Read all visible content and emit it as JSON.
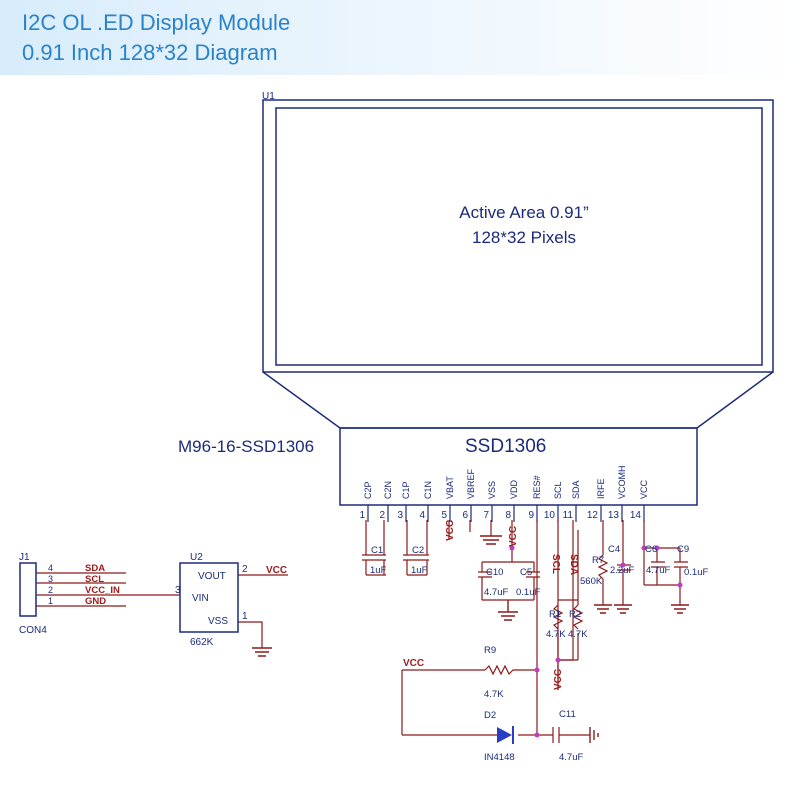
{
  "header": {
    "line1": "I2C OL .ED Display Module",
    "line2": "0.91 Inch 128*32 Diagram"
  },
  "display": {
    "ref": "U1",
    "active_area": "Active Area 0.91”",
    "pixels": "128*32 Pixels",
    "module_name": "M96-16-SSD1306",
    "controller": "SSD1306"
  },
  "pins": [
    {
      "num": "1",
      "name": "C2P"
    },
    {
      "num": "2",
      "name": "C2N"
    },
    {
      "num": "3",
      "name": "C1P"
    },
    {
      "num": "4",
      "name": "C1N"
    },
    {
      "num": "5",
      "name": "VBAT"
    },
    {
      "num": "6",
      "name": "VBREF"
    },
    {
      "num": "7",
      "name": "VSS"
    },
    {
      "num": "8",
      "name": "VDD"
    },
    {
      "num": "9",
      "name": "RES#"
    },
    {
      "num": "10",
      "name": "SCL"
    },
    {
      "num": "11",
      "name": "SDA"
    },
    {
      "num": "12",
      "name": "IRFE"
    },
    {
      "num": "13",
      "name": "VCOMH"
    },
    {
      "num": "14",
      "name": "VCC"
    }
  ],
  "components": {
    "c1": {
      "ref": "C1",
      "value": "1uF"
    },
    "c2": {
      "ref": "C2",
      "value": "1uF"
    },
    "c10": {
      "ref": "C10",
      "value": "4.7uF"
    },
    "c5": {
      "ref": "C5",
      "value": "0.1uF"
    },
    "r7": {
      "ref": "R7",
      "value": "560K"
    },
    "c4": {
      "ref": "C4",
      "value": "2.2uF"
    },
    "c6": {
      "ref": "C6",
      "value": "4.7uF"
    },
    "c9": {
      "ref": "C9",
      "value": "0.1uF"
    },
    "r1": {
      "ref": "R1",
      "value": "4.7K"
    },
    "r2": {
      "ref": "R2",
      "value": "4.7K"
    },
    "r9": {
      "ref": "R9",
      "value": "4.7K"
    },
    "d2": {
      "ref": "D2",
      "value": "IN4148"
    },
    "c11": {
      "ref": "C11",
      "value": "4.7uF"
    }
  },
  "nets": {
    "vcc": "VCC",
    "scl": "SCL",
    "sda": "SDA"
  },
  "connector": {
    "ref": "J1",
    "name": "CON4",
    "pins": [
      {
        "num": "4",
        "signal": "SDA"
      },
      {
        "num": "3",
        "signal": "SCL"
      },
      {
        "num": "2",
        "signal": "VCC_IN"
      },
      {
        "num": "1",
        "signal": "GND"
      }
    ]
  },
  "regulator": {
    "ref": "U2",
    "part": "662K",
    "vout": "VOUT",
    "vin": "VIN",
    "vss": "VSS",
    "pin_vout": "2",
    "pin_vin": "3",
    "pin_vss": "1"
  },
  "colors": {
    "title": "#2a82c9",
    "label": "#1b2b7a",
    "net": "#9c1a1a",
    "wire": "#8b1a1a",
    "junction": "#c23bbd",
    "diode": "#2a3fbf"
  }
}
